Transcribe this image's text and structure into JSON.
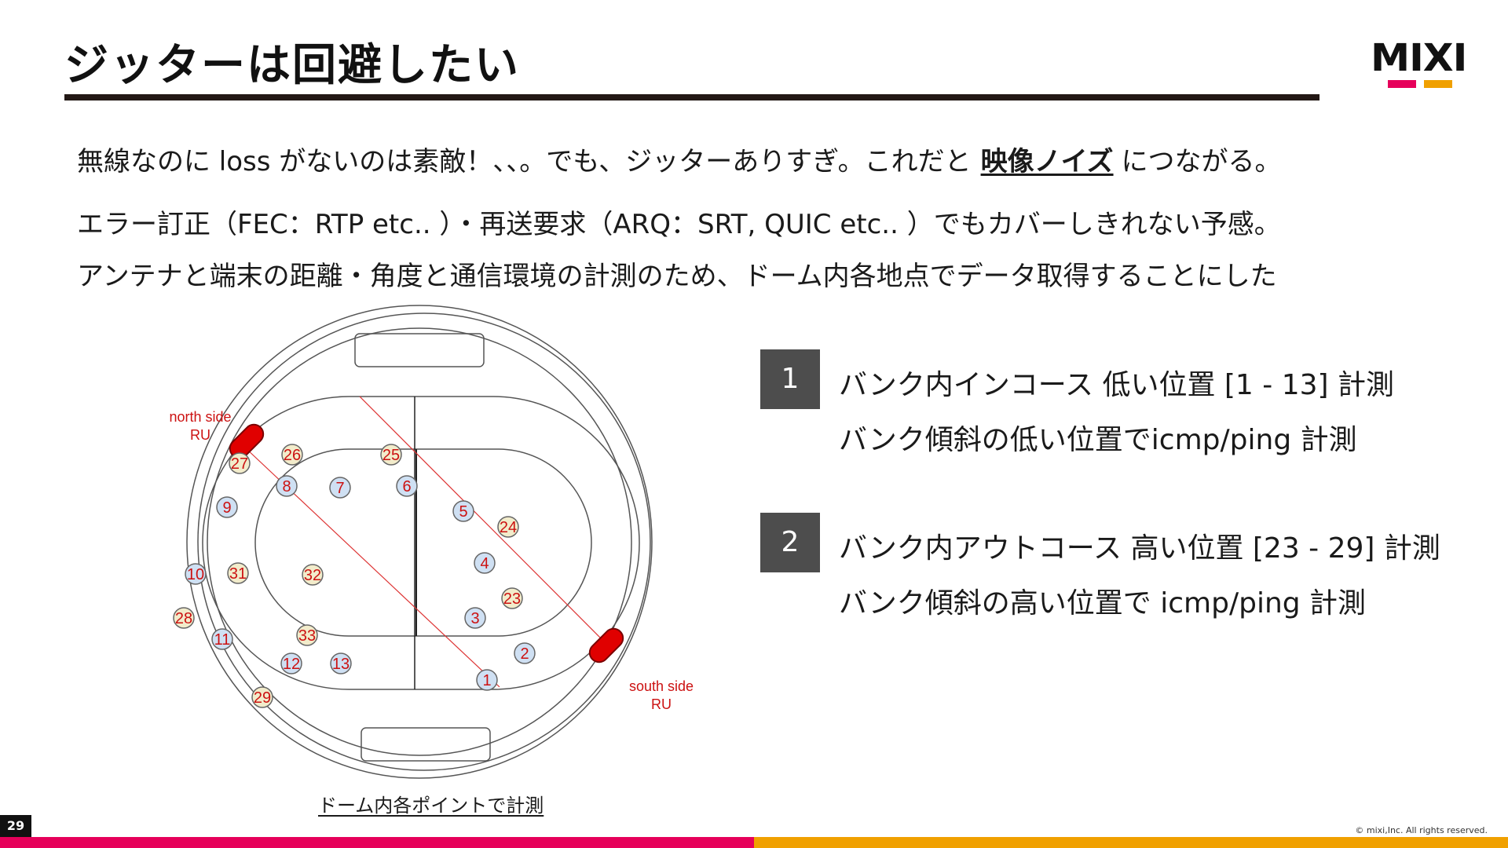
{
  "slide": {
    "title": "ジッターは回避したい",
    "page_number": "29",
    "copyright": "© mixi,Inc. All rights reserved.",
    "colors": {
      "accent_pink": "#e6005a",
      "accent_orange": "#f0a000",
      "step_box": "#4d4d4d",
      "label_red": "#cc1111"
    }
  },
  "logo": {
    "text": "MIXI"
  },
  "body": {
    "line1_before": "無線なのに loss がないのは素敵！、、。でも、ジッターありすぎ。これだと",
    "line1_emphasis": "映像ノイズ",
    "line1_after": "につながる。",
    "line2": "エラー訂正（FEC：RTP etc.. ）・再送要求（ARQ：SRT, QUIC etc.. ）でもカバーしきれない予感。",
    "line3": "アンテナと端末の距離・角度と通信環境の計測のため、ドーム内各地点でデータ取得することにした"
  },
  "diagram": {
    "caption": "ドーム内各ポイントで計測",
    "north_label": [
      "north side",
      "RU"
    ],
    "south_label": [
      "south side",
      "RU"
    ],
    "point_colors": {
      "inner": "#cfe0f3",
      "outer": "#f2eccb",
      "text": "#cc1111"
    },
    "inner_points": [
      "1",
      "2",
      "3",
      "4",
      "5",
      "6",
      "7",
      "8",
      "9",
      "10",
      "11",
      "12",
      "13"
    ],
    "outer_points": [
      "23",
      "24",
      "25",
      "26",
      "27",
      "28",
      "29",
      "31",
      "32",
      "33"
    ]
  },
  "steps": [
    {
      "number": "1",
      "line1": "バンク内インコース 低い位置 [1 - 13] 計測",
      "line2": "バンク傾斜の低い位置でicmp/ping 計測"
    },
    {
      "number": "2",
      "line1": "バンク内アウトコース 高い位置 [23 - 29] 計測",
      "line2": "バンク傾斜の高い位置で icmp/ping 計測"
    }
  ]
}
